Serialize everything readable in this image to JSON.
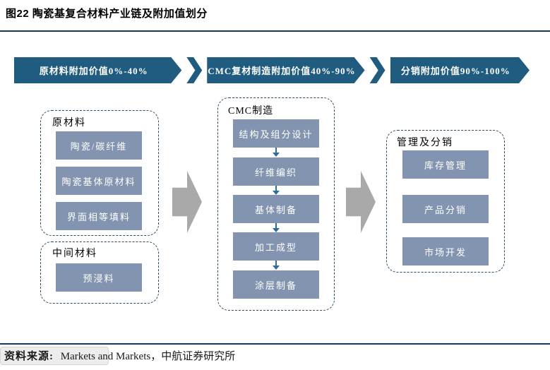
{
  "title": "图22 陶瓷基复合材料产业链及附加值划分",
  "banner": {
    "segments": [
      {
        "label": "原材料附加价值0%-40%"
      },
      {
        "label": "CMC复材制造附加价值40%-90%"
      },
      {
        "label": "分销附加价值90%-100%"
      }
    ]
  },
  "groups": {
    "raw": {
      "label": "原材料",
      "items": [
        "陶瓷/碳纤维",
        "陶瓷基体原材料",
        "界面相等填料"
      ]
    },
    "intermediate": {
      "label": "中间材料",
      "items": [
        "预浸料"
      ]
    },
    "cmc": {
      "label": "CMC制造",
      "items": [
        "结构及组分设计",
        "纤维编织",
        "基体制备",
        "加工成型",
        "涂层制备"
      ]
    },
    "distribution": {
      "label": "管理及分销",
      "items": [
        "库存管理",
        "产品分销",
        "市场开发"
      ]
    }
  },
  "footer": {
    "source_label": "资料来源:",
    "source_text": "Markets and Markets，中航证券研究所"
  },
  "colors": {
    "banner_blue": "#1F5C7F",
    "node_blue": "#8294B0",
    "dash_border": "#2B4A63",
    "rule_navy": "#17375E",
    "arrow_gray": "#A9A9A9",
    "small_arrow": "#2E6D99"
  }
}
